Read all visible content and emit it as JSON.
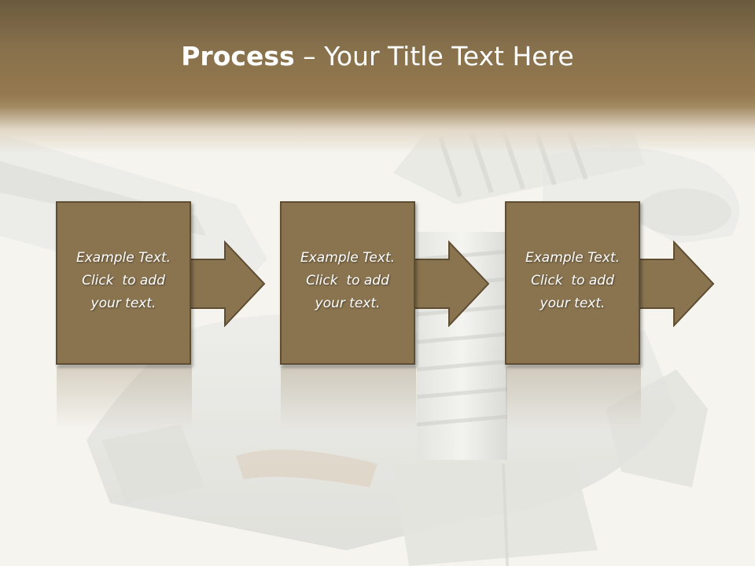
{
  "slide": {
    "title_bold": "Process",
    "title_rest": " – Your Title Text Here",
    "steps": [
      {
        "lines": [
          "Example Text.",
          "Click  to add",
          "your text."
        ]
      },
      {
        "lines": [
          "Example Text.",
          "Click  to add",
          "your text."
        ]
      },
      {
        "lines": [
          "Example Text.",
          "Click  to add",
          "your text."
        ]
      }
    ]
  },
  "colors": {
    "header": "#95794e",
    "box_fill": "#8a7450",
    "box_border": "#5e4d33",
    "text": "#ffffff"
  },
  "icons": [
    "wrench-bolt-background-image",
    "right-arrow-icon"
  ]
}
